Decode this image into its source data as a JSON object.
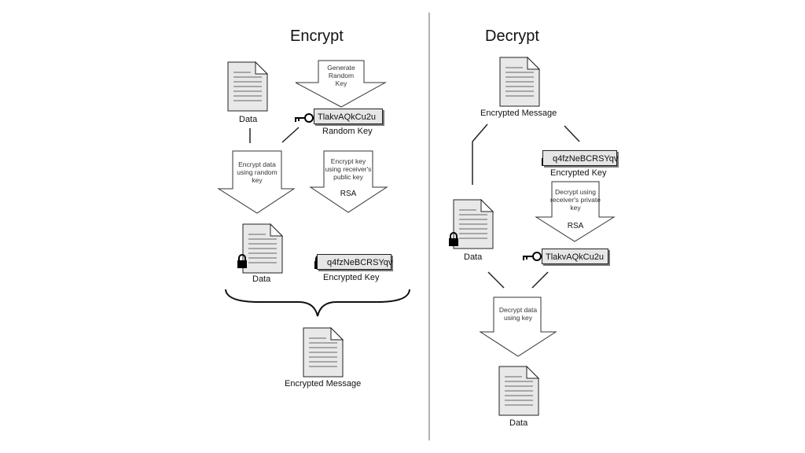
{
  "encrypt": {
    "title": "Encrypt",
    "data_label": "Data",
    "generate_key_text": "Generate Random Key",
    "random_key_value": "TlakvAQkCu2u",
    "random_key_label": "Random Key",
    "encrypt_data_text": "Encrypt data using random key",
    "encrypt_key_text": "Encrypt key using receiver's public key",
    "encrypt_key_algo": "RSA",
    "encrypted_data_label": "Data",
    "encrypted_key_value": "q4fzNeBCRSYqv",
    "encrypted_key_label": "Encrypted Key",
    "message_label": "Encrypted Message"
  },
  "decrypt": {
    "title": "Decrypt",
    "message_label": "Encrypted Message",
    "encrypted_key_value": "q4fzNeBCRSYqv",
    "encrypted_key_label": "Encrypted Key",
    "decrypt_key_text": "Decrypt using receiver's private key",
    "decrypt_key_algo": "RSA",
    "encrypted_data_label": "Data",
    "key_value": "TlakvAQkCu2u",
    "decrypt_data_text": "Decrypt data using key",
    "output_label": "Data"
  }
}
